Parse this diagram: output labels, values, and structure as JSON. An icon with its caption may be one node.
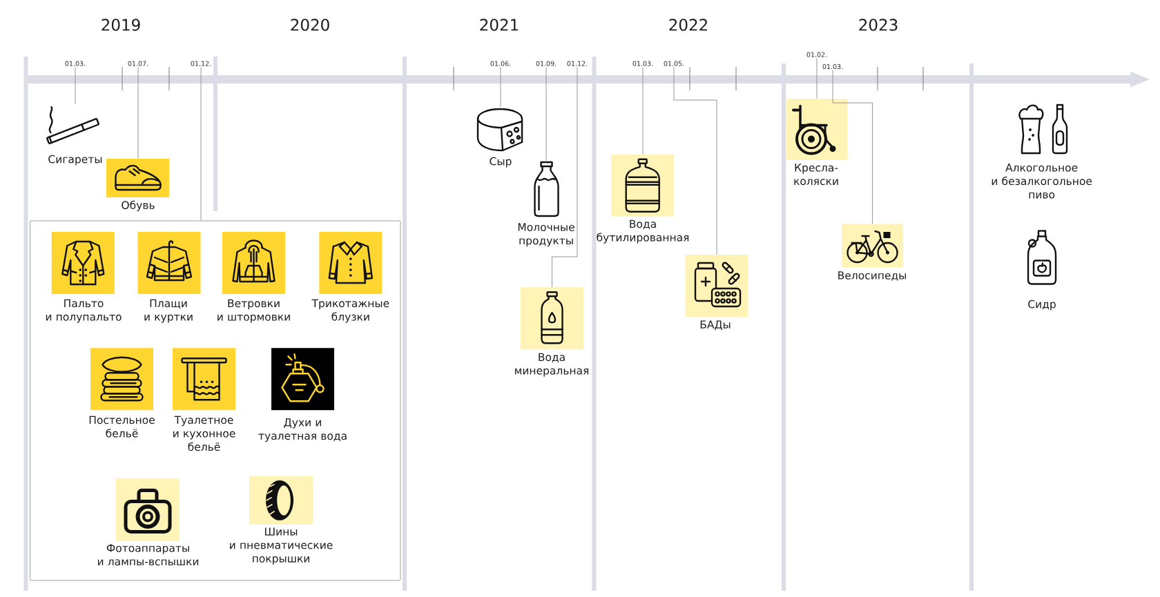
{
  "diagram": {
    "nodes": [
      {
        "text": [
          "01.03."
        ]
      },
      {
        "text": [
          "01.07."
        ]
      },
      {
        "text": [
          "01.12."
        ]
      },
      {
        "text": [
          "Сигареты"
        ]
      },
      {
        "text": [
          "Обувь"
        ]
      },
      {
        "text": [],
        "shape": "box"
      },
      {
        "text": [
          "Пальто и полупальто"
        ],
        "in": 5
      },
      {
        "text": [
          "Плащи и куртки"
        ],
        "in": 5
      },
      {
        "text": [
          "Ветровки и штормовки"
        ],
        "in": 5
      },
      {
        "text": [
          "Трикотажные блузки"
        ],
        "in": 5
      },
      {
        "text": [
          "Постельное бельё"
        ],
        "in": 5
      },
      {
        "text": [
          "Туалетное и кухонное бельё"
        ],
        "in": 5
      },
      {
        "text": [
          "Духи и туалетная вода"
        ],
        "in": 5
      },
      {
        "text": [
          "Фотоаппараты и лампы-вспышки"
        ],
        "in": 5
      },
      {
        "text": [
          "Шины и пневматические покрышки"
        ],
        "in": 5
      },
      {
        "text": [
          "01.06."
        ]
      },
      {
        "text": [
          "01.09."
        ]
      },
      {
        "text": [
          "01.12."
        ]
      },
      {
        "text": [
          "Сыр"
        ]
      },
      {
        "text": [
          "Молочные продукты"
        ]
      },
      {
        "text": [
          "Вода минеральная"
        ]
      },
      {
        "text": [
          "01.03."
        ]
      },
      {
        "text": [
          "01.05."
        ]
      },
      {
        "text": [
          "Вода бутилированная"
        ]
      },
      {
        "text": [
          "БАДы"
        ]
      },
      {
        "text": [
          "01.02."
        ]
      },
      {
        "text": [
          "01.03."
        ]
      },
      {
        "text": [
          "Кресла-коляски"
        ]
      },
      {
        "text": [
          "Велосипеды"
        ]
      },
      {
        "text": [
          "Алкогольное и безалкогольное пиво"
        ]
      },
      {
        "text": [
          "Сидр"
        ]
      }
    ],
    "edges": [
      {
        "from": 0,
        "to": 3,
        "arrow": "none"
      },
      {
        "from": 1,
        "to": 4,
        "arrow": "none"
      },
      {
        "from": 2,
        "to": 5,
        "arrow": "none"
      },
      {
        "from": 15,
        "to": 18,
        "arrow": "none"
      },
      {
        "from": 16,
        "to": 19,
        "arrow": "none"
      },
      {
        "from": 17,
        "to": 20,
        "arrow": "none"
      },
      {
        "from": 21,
        "to": 23,
        "arrow": "none"
      },
      {
        "from": 22,
        "to": 24,
        "arrow": "none"
      },
      {
        "from": 25,
        "to": 27,
        "arrow": "none"
      },
      {
        "from": 26,
        "to": 28,
        "arrow": "none"
      }
    ],
    "labels": [
      "2019",
      "2020",
      "2021",
      "2022",
      "2023"
    ]
  }
}
